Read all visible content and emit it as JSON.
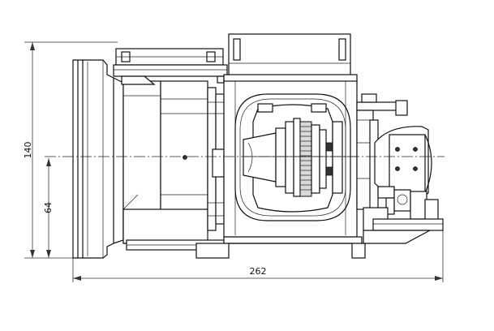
{
  "dimensions": {
    "overall_height": "140",
    "axis_height": "64",
    "overall_length": "262"
  }
}
